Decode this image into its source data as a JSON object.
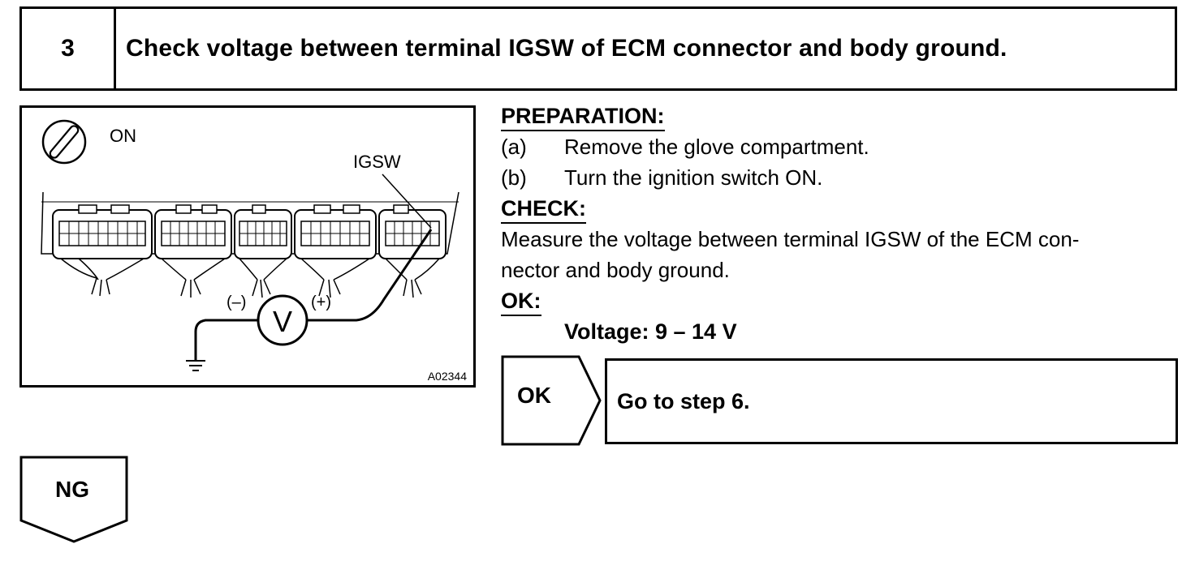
{
  "step": {
    "number": "3",
    "title": "Check voltage between terminal IGSW of ECM connector and body ground."
  },
  "figure": {
    "ignition_label": "ON",
    "terminal_label": "IGSW",
    "negative_label": "(–)",
    "positive_label": "(+)",
    "meter_label": "V",
    "figure_code": "A02344"
  },
  "preparation": {
    "heading": "PREPARATION:",
    "steps": [
      {
        "letter": "(a)",
        "text": "Remove the glove compartment."
      },
      {
        "letter": "(b)",
        "text": "Turn the ignition switch ON."
      }
    ]
  },
  "check": {
    "heading": "CHECK:",
    "line1": "Measure the voltage between terminal IGSW of the ECM con-",
    "line2": "nector and body ground."
  },
  "ok_spec": {
    "heading": "OK:",
    "value": "Voltage: 9 – 14 V"
  },
  "result_ok": {
    "tag": "OK",
    "action": "Go to step 6."
  },
  "result_ng": {
    "tag": "NG"
  }
}
